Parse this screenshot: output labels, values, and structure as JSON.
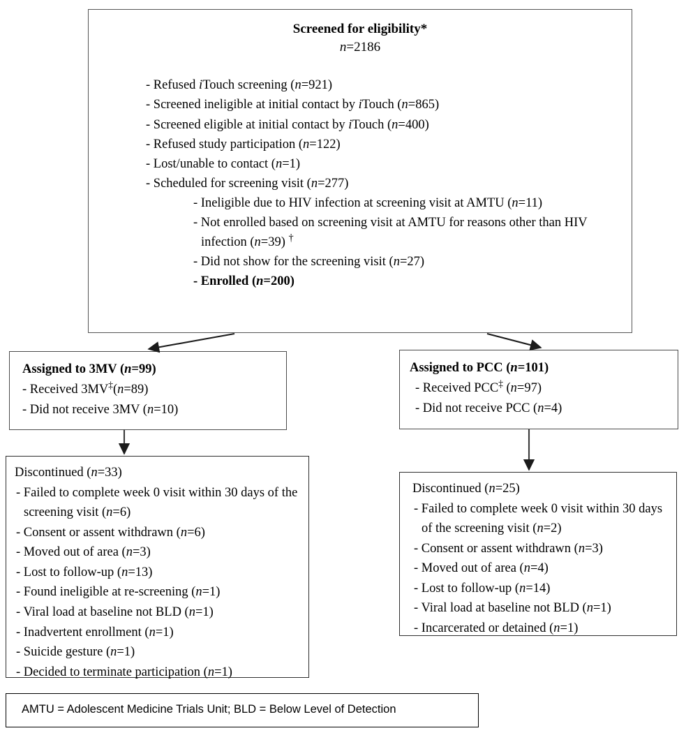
{
  "screening": {
    "title": "Screened for eligibility*",
    "n_label": "n=2186",
    "items": [
      {
        "level": 1,
        "text": "- Refused iTouch screening (n=921)"
      },
      {
        "level": 1,
        "text": "- Screened ineligible at initial contact by iTouch (n=865)"
      },
      {
        "level": 1,
        "text": "- Screened eligible at initial contact by iTouch (n=400)"
      },
      {
        "level": 2,
        "text": "- Refused study participation (n=122)"
      },
      {
        "level": 2,
        "text": "- Lost/unable to contact (n=1)"
      },
      {
        "level": 2,
        "text": "- Scheduled for screening visit (n=277)"
      },
      {
        "level": 3,
        "text": "- Ineligible due to HIV infection at screening visit at AMTU (n=11)"
      },
      {
        "level": 3,
        "text": "- Not enrolled based on screening visit at AMTU for reasons other than HIV infection (n=39) †"
      },
      {
        "level": 3,
        "text": "- Did not show for the screening visit (n=27)"
      },
      {
        "level": 3,
        "text": "- Enrolled (n=200)",
        "bold": true
      }
    ]
  },
  "assigned_3mv": {
    "title": "Assigned to 3MV (n=99)",
    "items": [
      "- Received 3MV‡ (n=89)",
      "- Did not receive 3MV (n=10)"
    ]
  },
  "assigned_pcc": {
    "title": "Assigned to PCC (n=101)",
    "items": [
      "- Received PCC‡ (n=97)",
      "- Did not receive PCC (n=4)"
    ]
  },
  "discontinued_3mv": {
    "title": "Discontinued (n=33)",
    "items": [
      "- Failed to complete week 0 visit within 30 days of the screening visit (n=6)",
      "- Consent or assent withdrawn (n=6)",
      "- Moved out of area (n=3)",
      "- Lost to follow-up (n=13)",
      "- Found ineligible at re-screening (n=1)",
      "- Viral load at baseline not BLD (n=1)",
      "- Inadvertent enrollment (n=1)",
      "- Suicide gesture (n=1)",
      "- Decided to terminate participation (n=1)"
    ]
  },
  "discontinued_pcc": {
    "title": "Discontinued (n=25)",
    "items": [
      "- Failed to complete week 0 visit within 30 days of the screening visit (n=2)",
      "- Consent or assent withdrawn (n=3)",
      "- Moved out of area (n=4)",
      "- Lost to follow-up (n=14)",
      "- Viral load at baseline not BLD (n=1)",
      "- Incarcerated or detained (n=1)"
    ]
  },
  "legend": {
    "text": "AMTU = Adolescent Medicine Trials Unit; BLD = Below Level of Detection"
  },
  "colors": {
    "ink": "#000000",
    "box_border": "#3a3a3a",
    "connector": "#262626",
    "background": "#ffffff"
  }
}
